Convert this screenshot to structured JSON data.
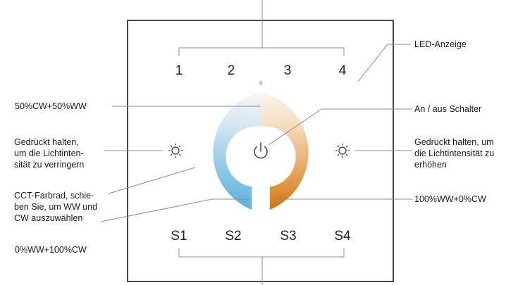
{
  "panel": {
    "zones": [
      "1",
      "2",
      "3",
      "4"
    ],
    "scenes": [
      "S1",
      "S2",
      "S3",
      "S4"
    ]
  },
  "labels": {
    "led": "LED-Anzeige",
    "onoff": "An / aus Schalter",
    "mid_mix": "50%CW+50%WW",
    "hold_decrease": [
      "Gedrückt halten,",
      "um die Lichtinten-",
      "sität zu verringern"
    ],
    "hold_increase": [
      "Gedrückt halten, um",
      "die Lichtintensität zu",
      "erhöhen"
    ],
    "wheel": [
      "CCT-Farbrad, schie-",
      "ben Sie, um WW und",
      "CW auszuwählen"
    ],
    "ww_end": "100%WW+0%CW",
    "cw_end": "0%WW+100%CW"
  },
  "colors": {
    "line": "#8c8c8c",
    "border": "#1a1a1a",
    "cool": "#6fb8e0",
    "neutral": "#fbf3ea",
    "warm": "#d9821f",
    "led": "#c8c8c8"
  }
}
